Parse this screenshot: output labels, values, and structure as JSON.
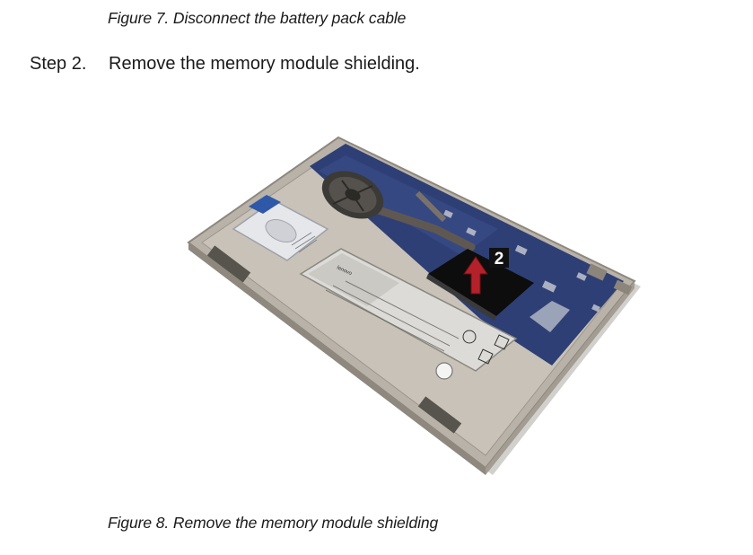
{
  "captions": {
    "previous": "Figure 7. Disconnect the battery pack cable",
    "current": "Figure 8. Remove the memory module shielding"
  },
  "step": {
    "label": "Step 2.",
    "text": "Remove the memory module shielding."
  },
  "figure": {
    "callout_number": "2",
    "battery_brand": "lenovo",
    "colors": {
      "chassis": "#b9b2a8",
      "board": "#2e3f75",
      "shield": "#0d0d0d",
      "arrow": "#b3222a",
      "callout_bg": "#111111"
    },
    "icons": [
      "fan-icon",
      "hard-drive-icon",
      "battery-pack-icon",
      "memory-shield-icon",
      "lift-arrow-icon",
      "callout-2-icon"
    ]
  }
}
